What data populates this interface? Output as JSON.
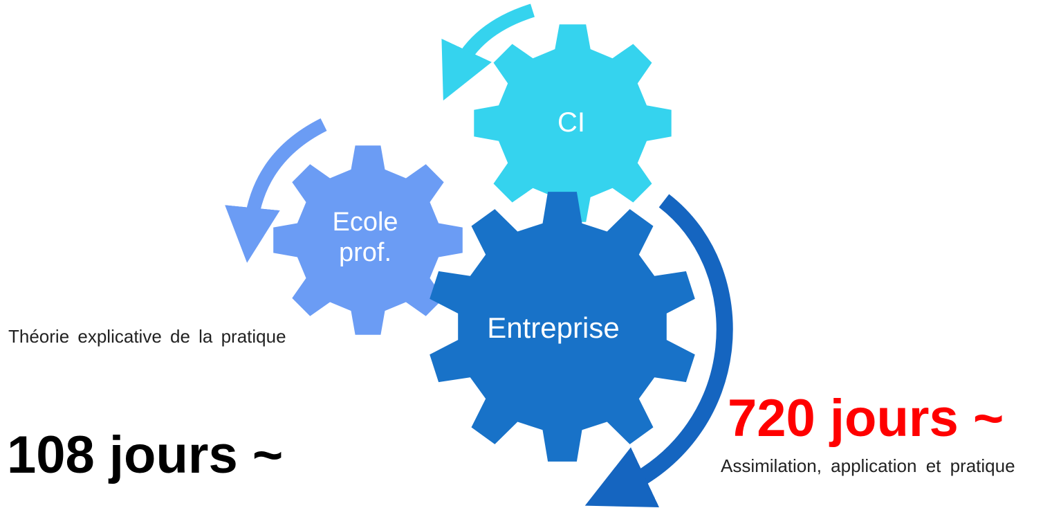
{
  "gears": {
    "ci": {
      "label": "CI",
      "color": "#35d3ee"
    },
    "ecole": {
      "label_line1": "Ecole",
      "label_line2": "prof.",
      "color": "#6b9cf4"
    },
    "entreprise": {
      "label": "Entreprise",
      "color": "#1872c8"
    }
  },
  "arrows": {
    "ci_color": "#35d3ee",
    "ecole_color": "#6b9cf4",
    "entreprise_color": "#1565c0"
  },
  "left_note": {
    "text": "Théorie explicative de la pratique",
    "days": "108 jours ~",
    "days_color": "#000000"
  },
  "right_note": {
    "text": "Assimilation, application et pratique",
    "days": "720 jours ~",
    "days_color": "#ff0000"
  }
}
